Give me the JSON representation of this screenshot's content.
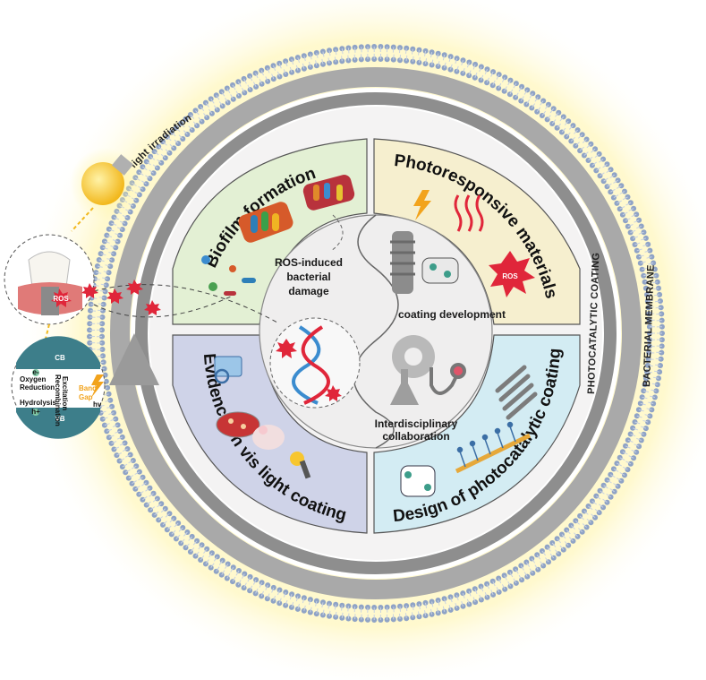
{
  "outer_labels": {
    "light_irradiation": "light irradiation",
    "photocatalytic_coating": "PHOTOCATALYTIC COATING",
    "bacterial_membrane": "BACTERIAL MEMBRANE"
  },
  "quadrants": [
    {
      "label": "Biofilm formation",
      "color": "#e3f0d4"
    },
    {
      "label": "Photoresponsive materials",
      "color": "#f6efcf"
    },
    {
      "label": "Design of photocatalytic coatings",
      "color": "#d3ecf3"
    },
    {
      "label": "Evidence on vis light coatings",
      "color": "#cfd3e8"
    }
  ],
  "inner_labels": {
    "ros_line1": "ROS-induced",
    "ros_line2": "bacterial",
    "ros_line3": "damage",
    "coating_development": "coating development",
    "interdisciplinary_line1": "Interdisciplinary",
    "interdisciplinary_line2": "collaboration",
    "ros_badge": "ROS"
  },
  "band_diagram": {
    "cb": "CB",
    "vb": "VB",
    "oxygen_reduction_1": "Oxygen",
    "oxygen_reduction_2": "Reduction",
    "hydrolysis": "Hydrolysis",
    "excitation": "Excitation",
    "recombination": "Recombination",
    "band_gap_1": "Band",
    "band_gap_2": "Gap",
    "hv": "hv",
    "electron": "e-",
    "hole": "h+"
  },
  "colors": {
    "membrane_dot": "#8fa3c6",
    "gray_ring": "#a9a9a9",
    "inner_disc": "#f0eeee",
    "ros_red": "#e0263a",
    "bulb_yellow": "#f7c62f"
  }
}
